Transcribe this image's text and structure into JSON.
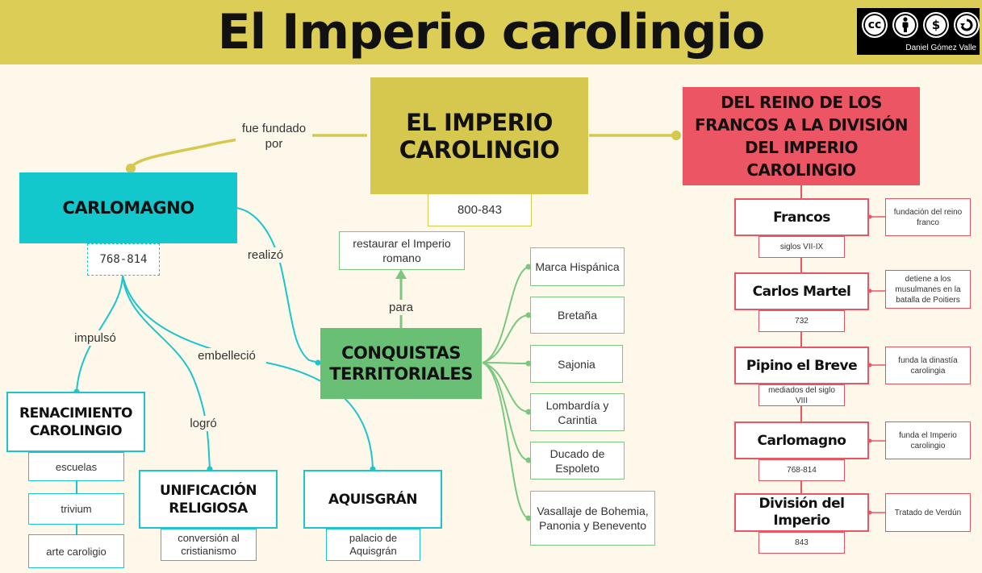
{
  "title": "El Imperio carolingio",
  "license": {
    "icons": [
      "cc",
      "by",
      "nc",
      "sa"
    ],
    "author": "Daniel Gómez Valle"
  },
  "colors": {
    "header": "#dccd57",
    "main": "#d6c84f",
    "carlomagno": "#13c8cc",
    "conquistas": "#69bf74",
    "timeline": "#ec5564",
    "line_teal": "#1cc5cc",
    "line_green": "#7bc77f",
    "line_red": "#ec5564"
  },
  "center": {
    "title": "EL IMPERIO CAROLINGIO",
    "dates": "800-843"
  },
  "founded_by_label": "fue fundado por",
  "carlomagno": {
    "title": "CARLOMAGNO",
    "dates": "768-814",
    "verbs": {
      "realizo": "realizó",
      "impulso": "impulsó",
      "logro": "logró",
      "embellecio": "embelleció"
    }
  },
  "renacimiento": {
    "title": "RENACIMIENTO CAROLINGIO",
    "items": [
      "escuelas",
      "trivium",
      "arte caroligio"
    ]
  },
  "unificacion": {
    "title": "UNIFICACIÓN RELIGIOSA",
    "detail": "conversión al cristianismo"
  },
  "aquisgran": {
    "title": "AQUISGRÁN",
    "detail": "palacio de Aquisgrán"
  },
  "conquistas": {
    "title": "CONQUISTAS TERRITORIALES",
    "para_label": "para",
    "purpose": "restaurar el Imperio romano",
    "territories": [
      "Marca Hispánica",
      "Bretaña",
      "Sajonia",
      "Lombardía y Carintia",
      "Ducado de Espoleto",
      "Vasallaje de Bohemia, Panonia y Benevento"
    ]
  },
  "timeline": {
    "title": "DEL REINO DE LOS FRANCOS A LA DIVISIÓN DEL IMPERIO CAROLINGIO",
    "steps": [
      {
        "name": "Francos",
        "date": "siglos VII-IX",
        "note": "fundación del reino franco"
      },
      {
        "name": "Carlos Martel",
        "date": "732",
        "note": "detiene a los musulmanes en la batalla de Poitiers"
      },
      {
        "name": "Pipino el Breve",
        "date": "mediados del siglo VIII",
        "note": "funda la dinastía carolingia"
      },
      {
        "name": "Carlomagno",
        "date": "768-814",
        "note": "funda el Imperio carolingio"
      },
      {
        "name": "División del Imperio",
        "date": "843",
        "note": "Tratado de Verdún"
      }
    ]
  }
}
